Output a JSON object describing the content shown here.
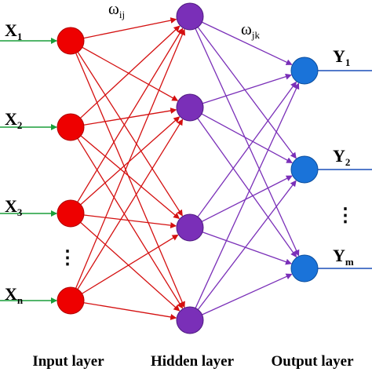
{
  "inputs": [
    {
      "base": "X",
      "sub": "1"
    },
    {
      "base": "X",
      "sub": "2"
    },
    {
      "base": "X",
      "sub": "3"
    },
    {
      "base": "X",
      "sub": "n"
    }
  ],
  "outputs": [
    {
      "base": "Y",
      "sub": "1"
    },
    {
      "base": "Y",
      "sub": "2"
    },
    {
      "base": "Y",
      "sub": "m"
    }
  ],
  "weights": {
    "input_hidden": {
      "base": "ω",
      "sub": "ij"
    },
    "hidden_output": {
      "base": "ω",
      "sub": "jk"
    }
  },
  "ellipsis": "⋮",
  "layers": {
    "input": "Input layer",
    "hidden": "Hidden layer",
    "output": "Output layer"
  },
  "colors": {
    "input_node": "#ee0000",
    "input_node_stroke": "#b00000",
    "hidden_node": "#7a2fb8",
    "hidden_node_stroke": "#4f1a80",
    "output_node": "#1a73d9",
    "output_node_stroke": "#0c4e9e",
    "input_arrow": "#1a9e3a",
    "input_hidden_edge": "#d41010",
    "hidden_output_edge": "#7a2fb8",
    "output_line": "#1a4fb8"
  }
}
